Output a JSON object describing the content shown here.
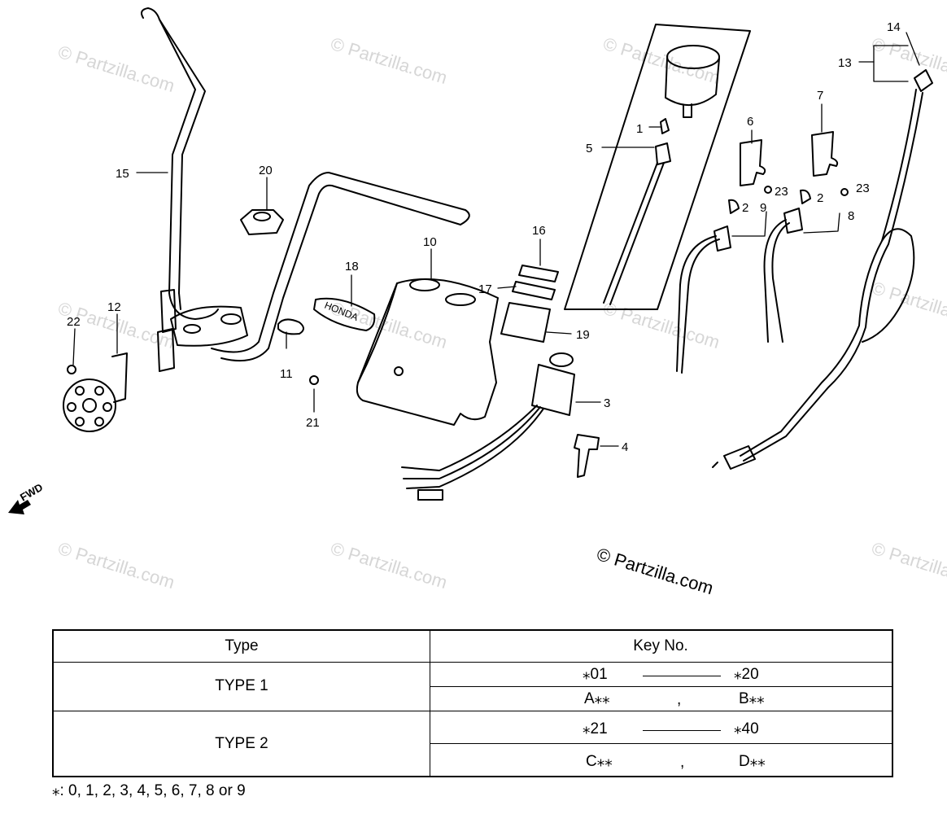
{
  "watermark": "© Partzilla.com",
  "copyright": "© Partzilla.com",
  "fwd_label": "FWD",
  "callouts": {
    "c1": "1",
    "c2a": "2",
    "c2b": "2",
    "c3": "3",
    "c4": "4",
    "c5": "5",
    "c6": "6",
    "c7": "7",
    "c8": "8",
    "c9": "9",
    "c10": "10",
    "c11": "11",
    "c12": "12",
    "c13": "13",
    "c14": "14",
    "c15": "15",
    "c16": "16",
    "c17": "17",
    "c18": "18",
    "c19": "19",
    "c20": "20",
    "c21": "21",
    "c22": "22",
    "c23a": "23",
    "c23b": "23"
  },
  "emblem_text": "HONDA",
  "table": {
    "header_type": "Type",
    "header_key": "Key No.",
    "rows": [
      {
        "type": "TYPE 1",
        "range_start": "⁎01",
        "range_end": "⁎20",
        "alt_a": "A⁎⁎",
        "sep": ",",
        "alt_b": "B⁎⁎"
      },
      {
        "type": "TYPE 2",
        "range_start": "⁎21",
        "range_end": "⁎40",
        "alt_a": "C⁎⁎",
        "sep": ",",
        "alt_b": "D⁎⁎"
      }
    ]
  },
  "footnote": "⁎: 0, 1, 2, 3, 4, 5, 6, 7, 8 or 9"
}
